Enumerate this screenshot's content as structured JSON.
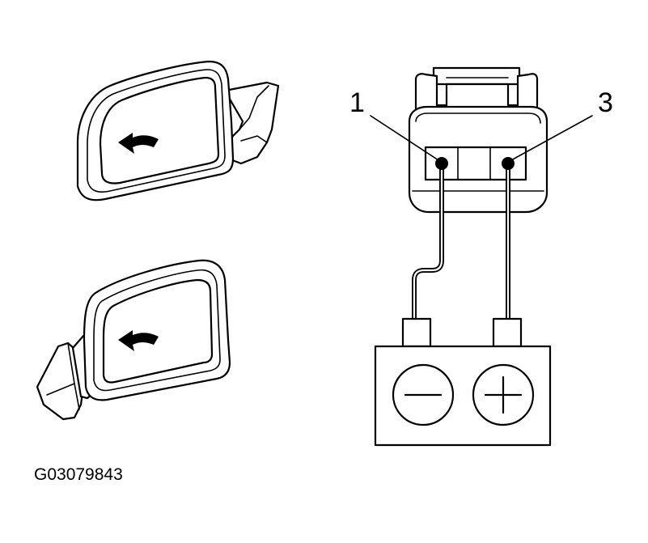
{
  "diagram": {
    "pin_labels": {
      "left": "1",
      "right": "3"
    },
    "figure_id": "G03079843",
    "battery_terminals": {
      "left_symbol": "minus-symbol",
      "right_symbol": "plus-symbol"
    },
    "mirror_arrows": {
      "upper": "left-arrow-icon",
      "lower": "left-arrow-icon"
    }
  }
}
